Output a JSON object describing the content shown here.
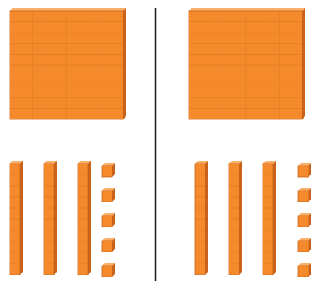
{
  "figure": {
    "description_free": true,
    "groups": [
      {
        "side": "left",
        "hundreds": 1,
        "tens": 3,
        "ones": 5
      },
      {
        "side": "right",
        "hundreds": 1,
        "tens": 3,
        "ones": 5
      }
    ]
  },
  "colors": {
    "block_face": "#f58a2c",
    "block_light": "#fbb06a",
    "block_dark": "#c9621a",
    "grid_line": "#e07a20",
    "divider": "#1a1a1a",
    "background": "#ffffff"
  }
}
